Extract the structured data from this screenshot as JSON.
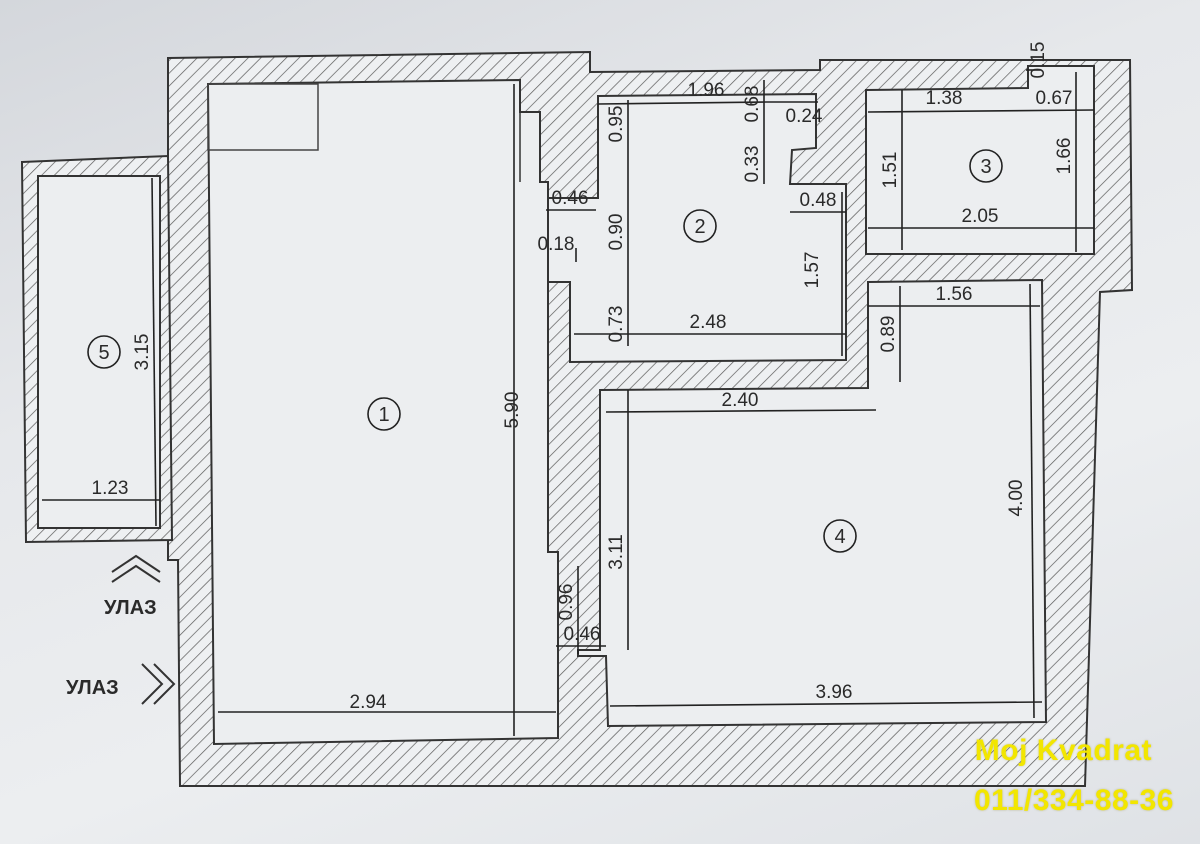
{
  "rooms": [
    {
      "id": "1"
    },
    {
      "id": "2"
    },
    {
      "id": "3"
    },
    {
      "id": "4"
    },
    {
      "id": "5"
    }
  ],
  "dimensions": {
    "r1_height": "5.90",
    "r1_width": "2.94",
    "r2_top": "1.96",
    "r2_top_left": "0.95",
    "r2_0_68": "0.68",
    "r2_0_24": "0.24",
    "r2_0_33": "0.33",
    "r2_0_46": "0.46",
    "r2_0_90": "0.90",
    "r2_0_48": "0.48",
    "r2_0_18": "0.18",
    "r2_1_57": "1.57",
    "r2_0_73": "0.73",
    "r2_bottom": "2.48",
    "r3_top": "1.38",
    "r3_0_67": "0.67",
    "r3_0_15": "0.15",
    "r3_left": "1.51",
    "r3_right": "1.66",
    "r3_bottom": "2.05",
    "r4_0_89": "0.89",
    "r4_1_56": "1.56",
    "r4_top": "2.40",
    "r4_right": "4.00",
    "r4_left": "3.11",
    "r4_bottom": "3.96",
    "door_0_96": "0.96",
    "door_0_46": "0.46",
    "r5_height": "3.15",
    "r5_width": "1.23"
  },
  "entrances": {
    "upper": "УЛАЗ",
    "lower": "УЛАЗ"
  },
  "watermark": {
    "name": "Moj Kvadrat",
    "phone": "011/334-88-36"
  }
}
